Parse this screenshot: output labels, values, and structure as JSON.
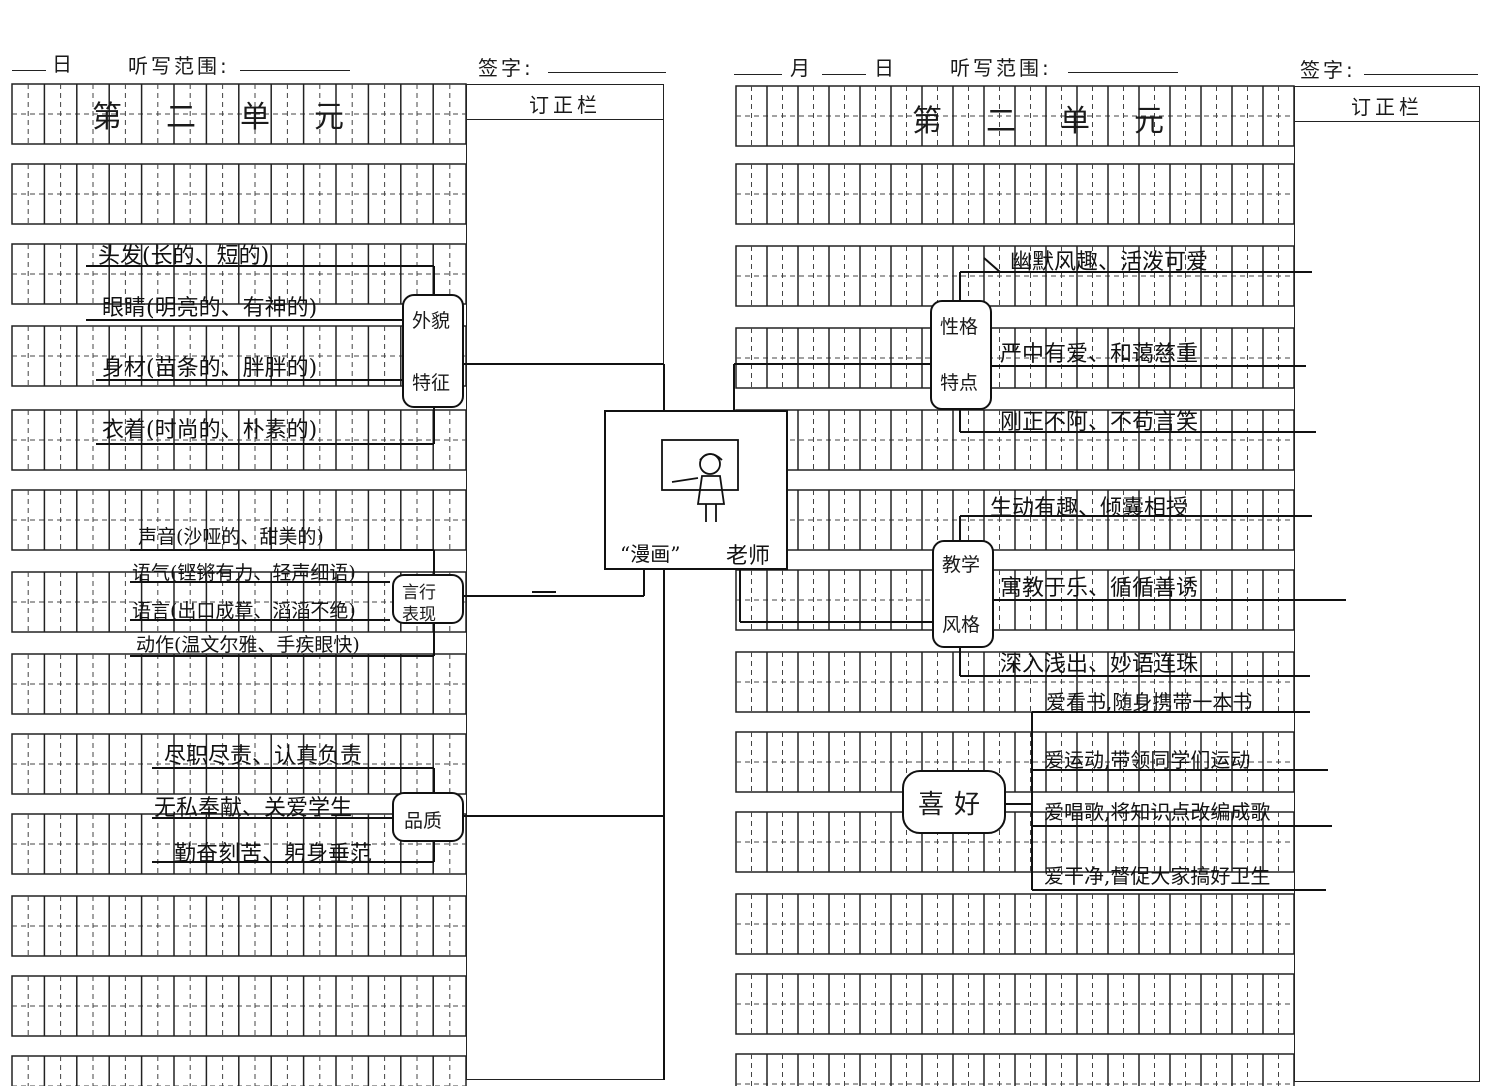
{
  "left_page": {
    "header": {
      "day": "日",
      "range_label": "听写范围:",
      "sign_label": "签字:"
    },
    "unit_title": "第二单元",
    "correction_label": "订正栏",
    "appearance": {
      "node": [
        "外貌",
        "特征"
      ],
      "items": [
        "头发(长的、短的)",
        "眼睛(明亮的、有神的)",
        "身材(苗条的、胖胖的)",
        "衣着(时尚的、朴素的)"
      ]
    },
    "behavior": {
      "node": [
        "言行",
        "表现"
      ],
      "items": [
        "声音(沙哑的、甜美的)",
        "语气(铿锵有力、轻声细语)",
        "语言(出口成章、滔滔不绝)",
        "动作(温文尔雅、手疾眼快)"
      ]
    },
    "quality": {
      "node": "品质",
      "items": [
        "尽职尽责、认真负责",
        "无私奉献、关爱学生",
        "勤奋刻苦、躬身垂范"
      ]
    }
  },
  "center": {
    "quote": "“漫画”",
    "title": "老师"
  },
  "right_page": {
    "header": {
      "month": "月",
      "day": "日",
      "range_label": "听写范围:",
      "sign_label": "签字:"
    },
    "unit_title": "第二单元",
    "correction_label": "订正栏",
    "personality": {
      "node": [
        "性格",
        "特点"
      ],
      "items": [
        "幽默风趣、活泼可爱",
        "严中有爱、和蔼慈重",
        "刚正不阿、不苟言笑"
      ]
    },
    "teaching": {
      "node": [
        "教学",
        "风格"
      ],
      "items": [
        "生动有趣、倾囊相授",
        "寓教于乐、循循善诱",
        "深入浅出、妙语连珠"
      ]
    },
    "hobbies": {
      "node": "喜好",
      "items": [
        "爱看书,随身携带一本书",
        "爱运动,带领同学们运动",
        "爱唱歌,将知识点改编成歌",
        "爱干净,督促大家搞好卫生"
      ]
    }
  }
}
